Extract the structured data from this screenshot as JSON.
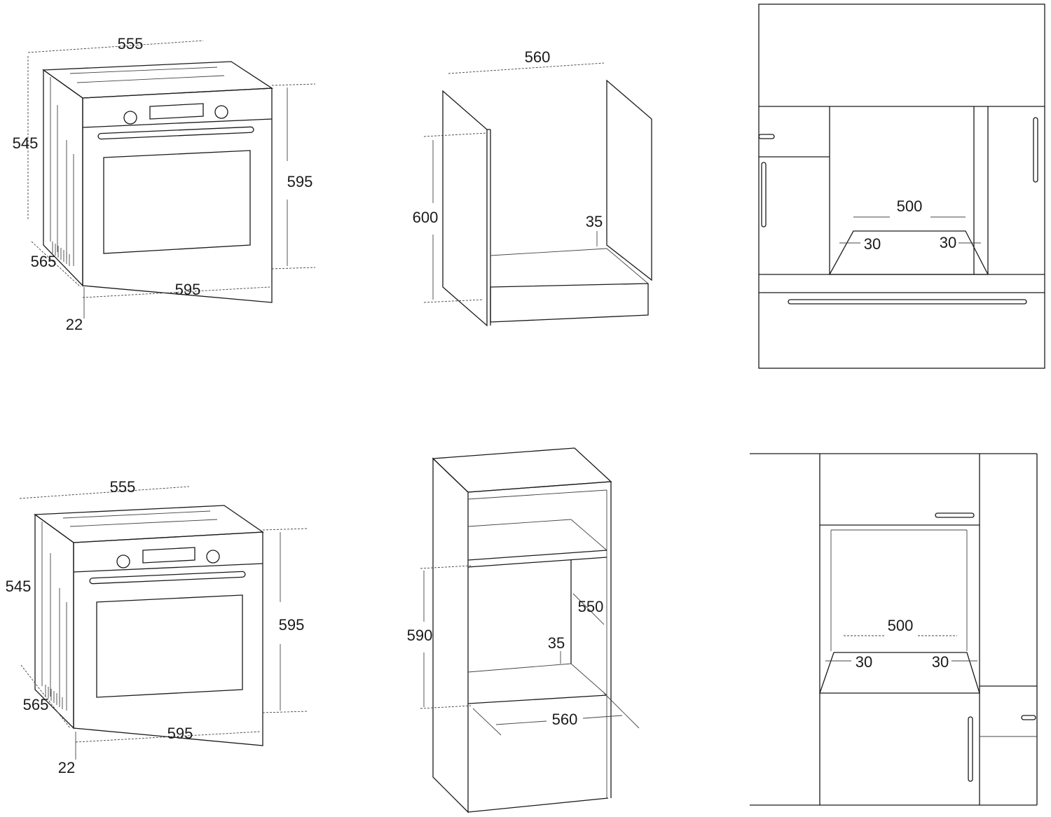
{
  "panels": {
    "top_left_oven": {
      "width": "555",
      "height_body": "545",
      "height_front": "595",
      "depth": "565",
      "width_front": "595",
      "panel_thickness": "22"
    },
    "top_middle_cabinet": {
      "width": "560",
      "height": "600",
      "clearance": "35"
    },
    "top_right_install": {
      "inner_width": "500",
      "gap_left": "30",
      "gap_right": "30"
    },
    "bottom_left_oven": {
      "width": "555",
      "height_body": "545",
      "height_front": "595",
      "depth": "565",
      "width_front": "595",
      "panel_thickness": "22"
    },
    "bottom_middle_cabinet": {
      "height": "590",
      "depth": "550",
      "clearance": "35",
      "width": "560"
    },
    "bottom_right_install": {
      "inner_width": "500",
      "gap_left": "30",
      "gap_right": "30"
    }
  }
}
